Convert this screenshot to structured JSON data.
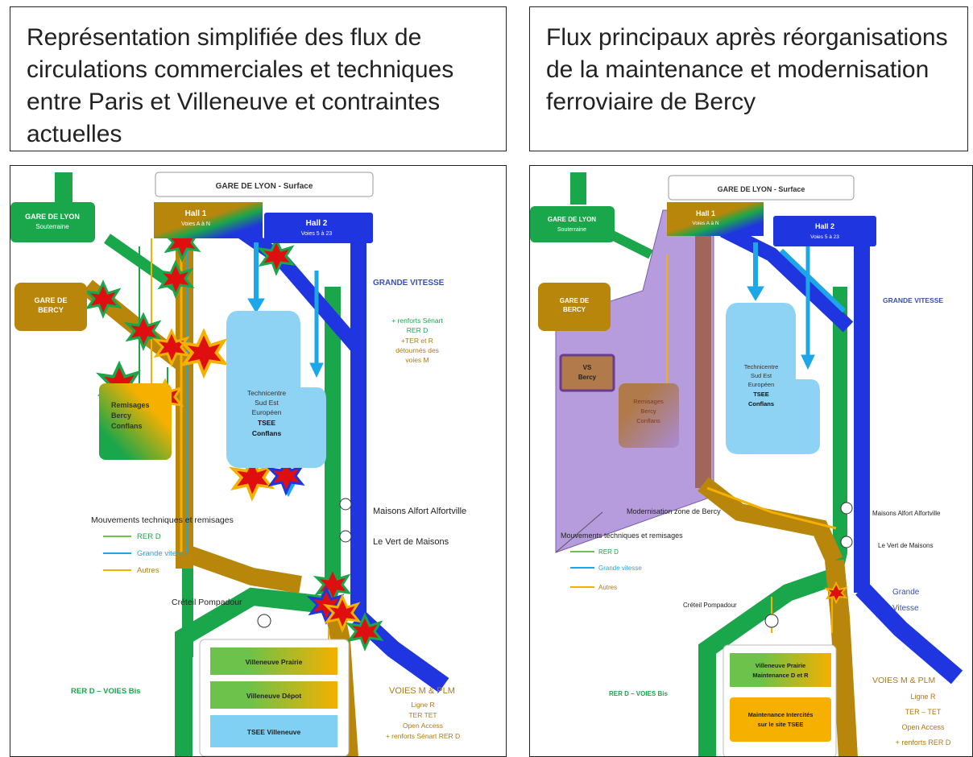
{
  "captions": {
    "left": "Représentation simplifiée des flux de circulations commerciales et techniques entre Paris et Villeneuve et contraintes actuelles",
    "right": "Flux principaux après réorganisations de la maintenance et modernisation ferroviaire de Bercy"
  },
  "left": {
    "gare_lyon_surface": "GARE DE LYON - Surface",
    "gare_lyon_souterraine": [
      "GARE DE LYON",
      "Souterraine"
    ],
    "hall1": [
      "Hall 1",
      "Voies A à N"
    ],
    "hall2": [
      "Hall 2",
      "Voies 5 à 23"
    ],
    "grande_vitesse": "GRANDE VITESSE",
    "renforts": [
      "+ renforts Sénart",
      "RER D",
      "+TER et R",
      "détournés des",
      "voies M"
    ],
    "gare_bercy": [
      "GARE DE",
      "BERCY"
    ],
    "remisages": [
      "Remisages",
      "Bercy",
      "Conflans"
    ],
    "technicentre": [
      "Technicentre",
      "Sud Est",
      "Européen",
      "TSEE",
      "Conflans"
    ],
    "maisons_alfort": "Maisons Alfort Alfortville",
    "vert_de_maisons": "Le Vert de Maisons",
    "legend_title": "Mouvements techniques et remisages",
    "legend_items": [
      "RER D",
      "Grande vitesse",
      "Autres"
    ],
    "creteil": "Créteil Pompadour",
    "rer_d_voies_bis": "RER D – VOIES Bis",
    "villeneuve_prairie": "Villeneuve  Prairie",
    "villeneuve_depot": "Villeneuve  Dépot",
    "tsee_villeneuve": "TSEE Villeneuve",
    "voies_m_plm": "VOIES M & PLM",
    "voies_m_plm_details": [
      "Ligne R",
      "TER TET",
      "Open Access",
      "+ renforts Sénart RER D"
    ]
  },
  "right": {
    "gare_lyon_surface": "GARE DE LYON - Surface",
    "gare_lyon_souterraine": [
      "GARE DE LYON",
      "Souterraine"
    ],
    "hall1": [
      "Hall 1",
      "Voies A à N"
    ],
    "hall2": [
      "Hall 2",
      "Voies 5 à 23"
    ],
    "grande_vitesse": "GRANDE VITESSE",
    "gare_bercy": [
      "GARE DE",
      "BERCY"
    ],
    "vs_bercy": [
      "VS",
      "Bercy"
    ],
    "remisages": [
      "Remisages",
      "Bercy",
      "Conflans"
    ],
    "technicentre": [
      "Technicentre",
      "Sud Est",
      "Européen",
      "TSEE",
      "Conflans"
    ],
    "modernisation": "Modernisation zone de Bercy",
    "maisons_alfort": "Maisons Alfort Alfortville",
    "vert_de_maisons": "Le Vert de Maisons",
    "legend_title": "Mouvements techniques et remisages",
    "legend_items": [
      "RER D",
      "Grande vitesse",
      "Autres"
    ],
    "creteil": "Créteil Pompadour",
    "grande_vitesse_2": [
      "Grande",
      "Vitesse"
    ],
    "rer_d_voies_bis": "RER D – VOIES Bis",
    "villeneuve_prairie": [
      "Villeneuve  Prairie",
      "Maintenance  D et R"
    ],
    "maintenance_intercites": [
      "Maintenance  Intercités",
      "sur le site  TSEE"
    ],
    "voies_m_plm": "VOIES M & PLM",
    "voies_m_plm_details": [
      "Ligne R",
      "TER – TET",
      "Open Access",
      "+ renforts RER D"
    ]
  },
  "colors": {
    "rer_green": "#1aa64a",
    "gv_blue": "#1f35e0",
    "gold": "#b8860b",
    "light_blue": "#8fd3f4",
    "arrow_blue": "#1ea7e8",
    "purple_zone": "#a98bd6",
    "star_red": "#e00f0f",
    "label_blue": "#3a4fb5",
    "label_gold": "#b07a10"
  }
}
